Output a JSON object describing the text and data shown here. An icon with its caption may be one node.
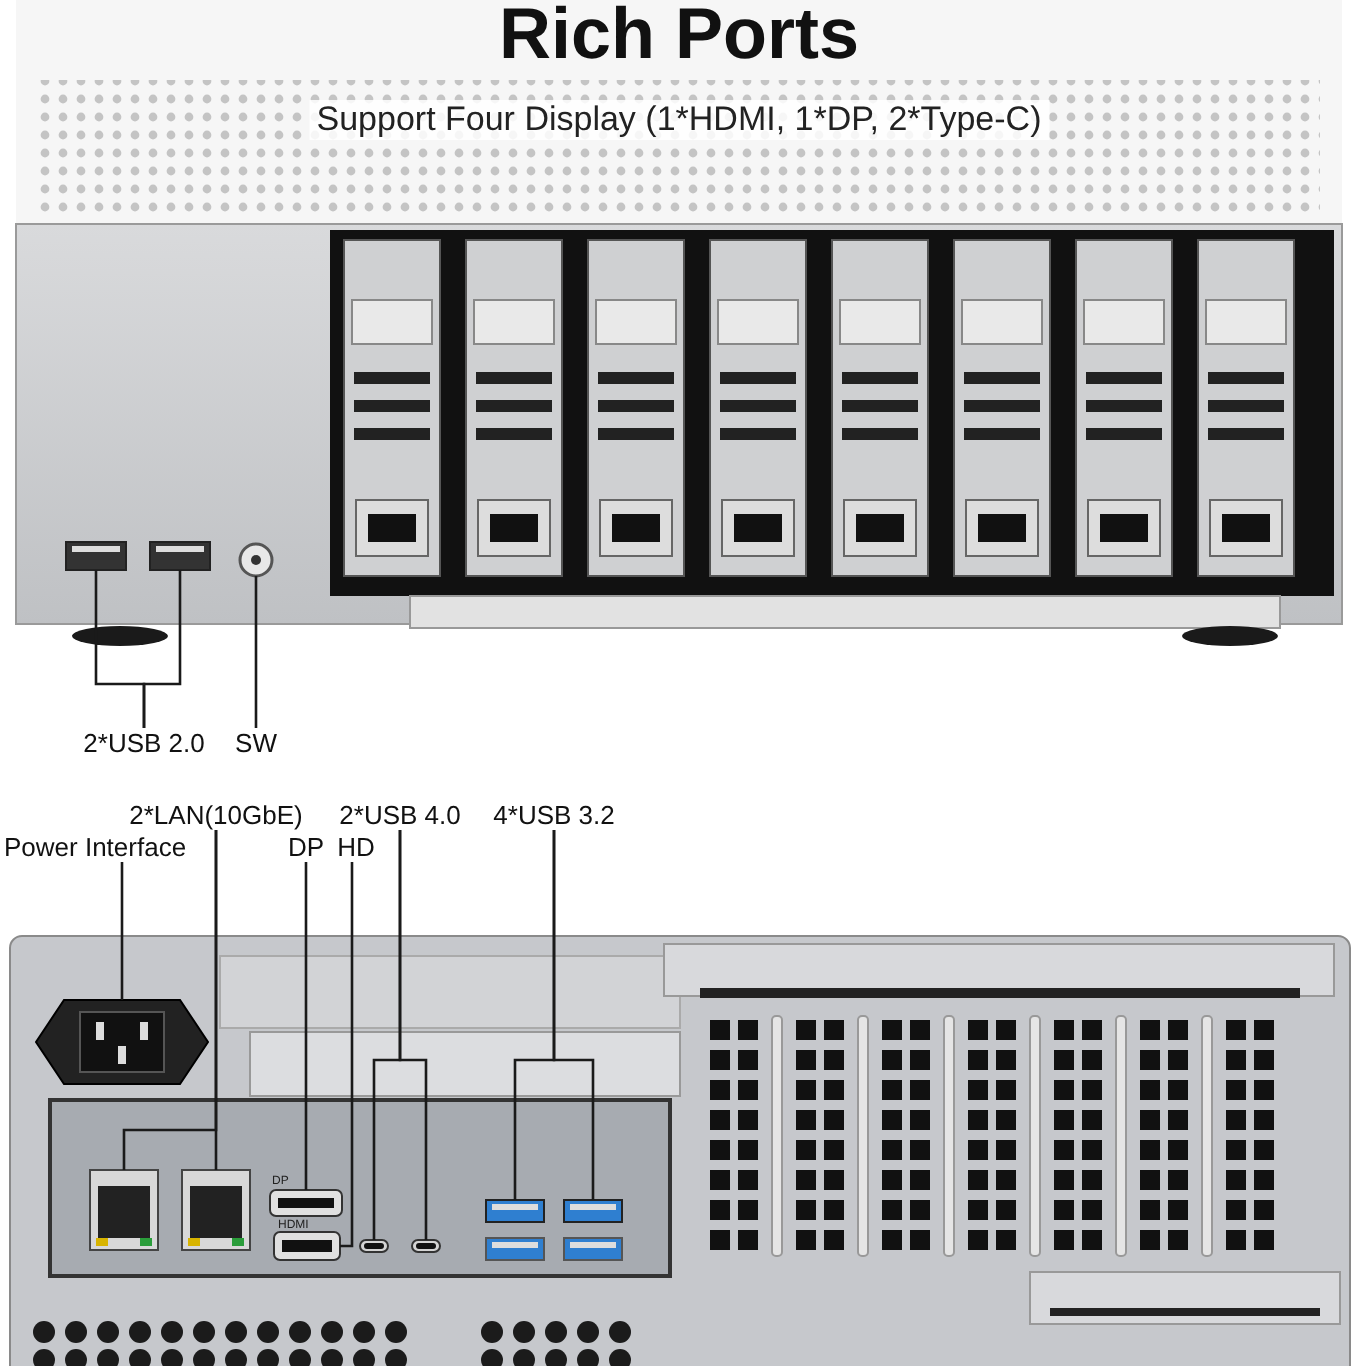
{
  "diagram": {
    "title": "Rich Ports",
    "nodes": [
      {
        "text": [
          "2*USB 2.0"
        ]
      },
      {
        "text": [],
        "shape": "picture"
      },
      {
        "text": [],
        "shape": "picture"
      },
      {
        "text": [
          "SW"
        ]
      },
      {
        "text": [],
        "shape": "circle"
      },
      {
        "text": [
          "Power Interface"
        ]
      },
      {
        "text": [],
        "shape": "picture"
      },
      {
        "text": [
          "2*LAN(10GbE)"
        ]
      },
      {
        "text": [],
        "shape": "picture"
      },
      {
        "text": [],
        "shape": "picture"
      },
      {
        "text": [
          "DP"
        ]
      },
      {
        "text": [],
        "shape": "picture"
      },
      {
        "text": [
          "HD"
        ]
      },
      {
        "text": [],
        "shape": "picture"
      },
      {
        "text": [
          "2*USB 4.0"
        ]
      },
      {
        "text": [],
        "shape": "picture"
      },
      {
        "text": [],
        "shape": "picture"
      },
      {
        "text": [
          "4*USB 3.2"
        ]
      },
      {
        "text": [],
        "shape": "picture"
      },
      {
        "text": [],
        "shape": "picture"
      }
    ],
    "edges": [
      {
        "from": 0,
        "to": 1,
        "arrow": "none"
      },
      {
        "from": 0,
        "to": 2,
        "arrow": "none"
      },
      {
        "from": 3,
        "to": 4,
        "arrow": "none"
      },
      {
        "from": 5,
        "to": 6,
        "arrow": "none"
      },
      {
        "from": 7,
        "to": 8,
        "arrow": "none"
      },
      {
        "from": 7,
        "to": 9,
        "arrow": "none"
      },
      {
        "from": 10,
        "to": 11,
        "arrow": "none"
      },
      {
        "from": 12,
        "to": 13,
        "arrow": "none"
      },
      {
        "from": 14,
        "to": 15,
        "arrow": "none"
      },
      {
        "from": 14,
        "to": 16,
        "arrow": "none"
      },
      {
        "from": 17,
        "to": 18,
        "arrow": "none"
      },
      {
        "from": 17,
        "to": 19,
        "arrow": "none"
      }
    ],
    "labels": [
      "Support Four Display (1*HDMI, 1*DP, 2*Type-C)",
      "DP",
      "HDMI"
    ]
  }
}
